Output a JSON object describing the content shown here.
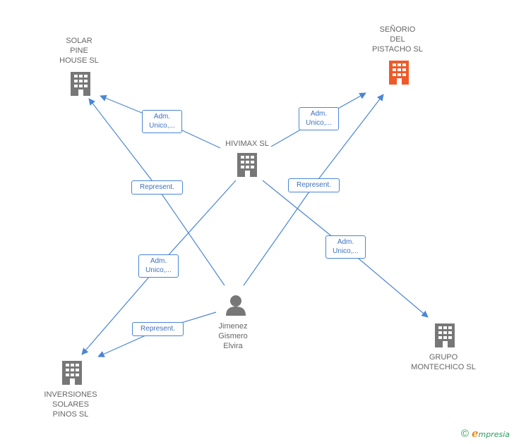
{
  "colors": {
    "edge": "#4a86d4",
    "icon_default": "#777777",
    "icon_highlight": "#f05a28",
    "person_icon": "#777777"
  },
  "nodes": {
    "solar_pine_house": {
      "label": "SOLAR\nPINE\nHOUSE  SL",
      "icon": "building-icon"
    },
    "senorio_pistacho": {
      "label": "SEÑORIO\nDEL\nPISTACHO  SL",
      "icon": "building-icon"
    },
    "hivimax": {
      "label": "HIVIMAX  SL",
      "icon": "building-icon"
    },
    "jimenez": {
      "label": "Jimenez\nGismero\nElvira",
      "icon": "person-icon"
    },
    "inversiones": {
      "label": "INVERSIONES\nSOLARES\nPINOS  SL",
      "icon": "building-icon"
    },
    "grupo_montechico": {
      "label": "GRUPO\nMONTECHICO SL",
      "icon": "building-icon"
    }
  },
  "edges": {
    "hivimax_solar": "Adm.\nUnico,...",
    "hivimax_senorio": "Adm.\nUnico,...",
    "jimenez_solar": "Represent.",
    "jimenez_senorio": "Represent.",
    "hivimax_inversiones": "Adm.\nUnico,...",
    "hivimax_grupo": "Adm.\nUnico,...",
    "jimenez_inversiones": "Represent."
  },
  "footer": {
    "copyright": "©",
    "brand_first": "e",
    "brand_rest": "mpresia"
  }
}
